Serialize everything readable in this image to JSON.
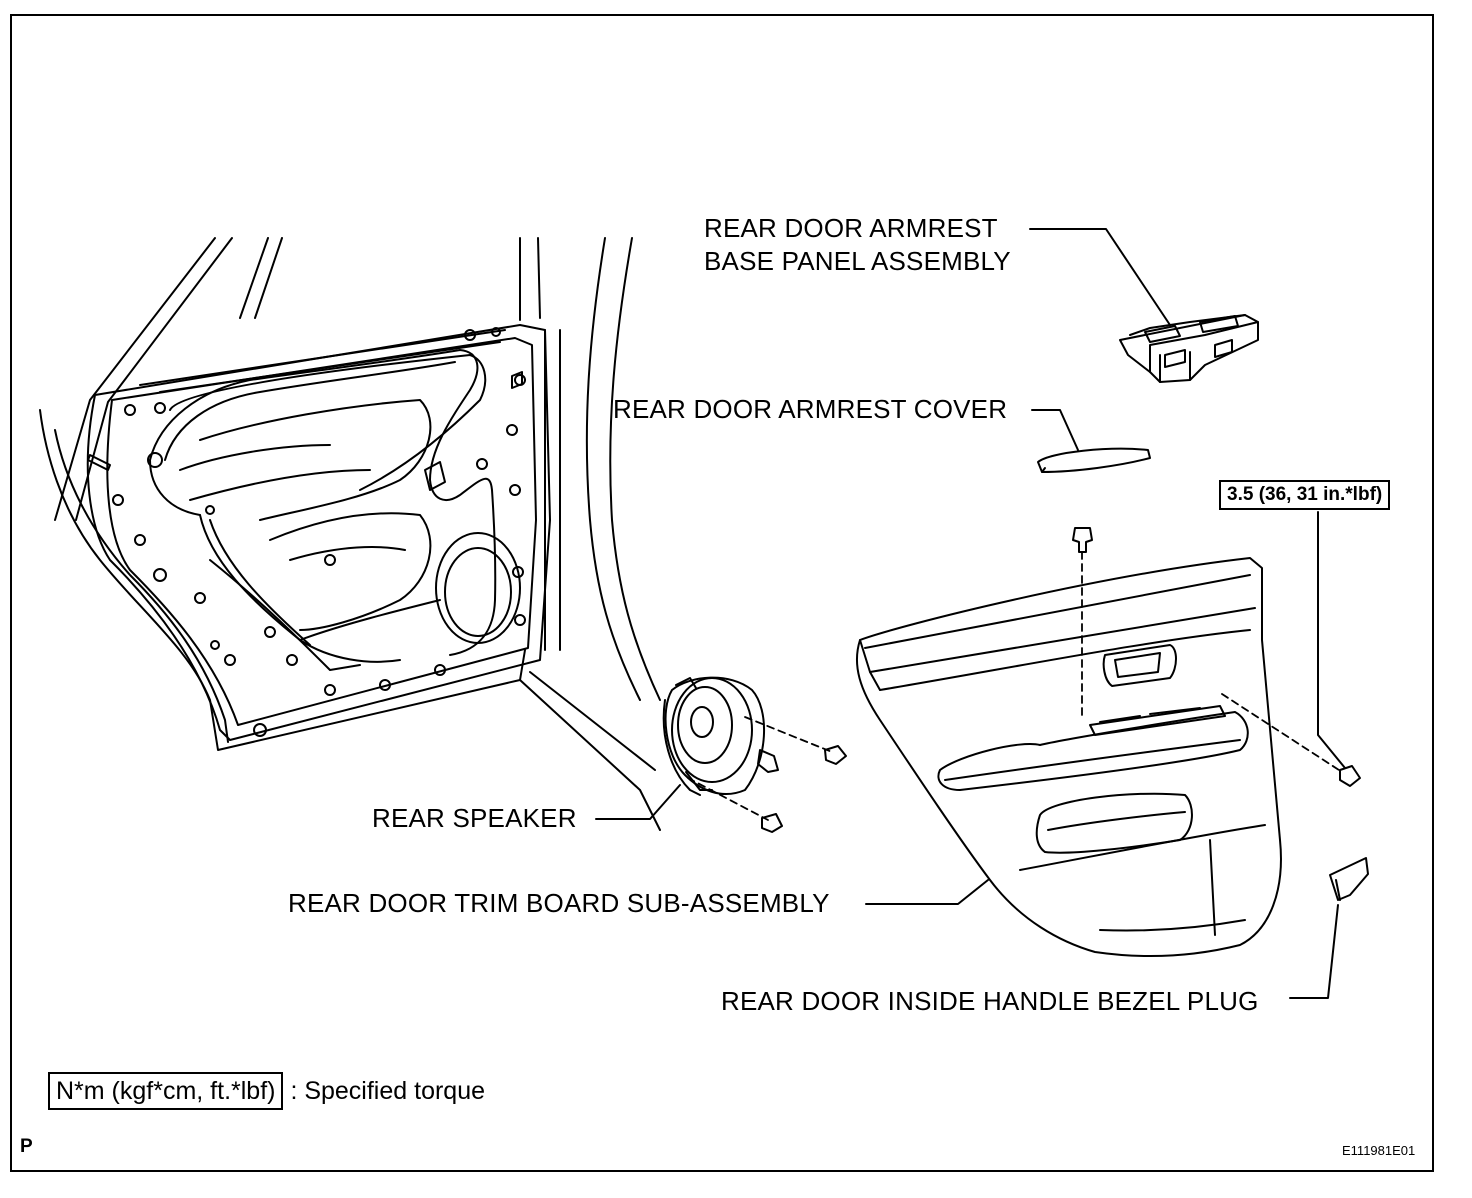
{
  "labels": {
    "armrest_base_panel_line1": "REAR DOOR ARMREST",
    "armrest_base_panel_line2": "BASE PANEL ASSEMBLY",
    "armrest_cover": "REAR DOOR ARMREST COVER",
    "torque_value": "3.5 (36, 31 in.*lbf)",
    "rear_speaker": "REAR SPEAKER",
    "trim_board": "REAR DOOR TRIM BOARD SUB-ASSEMBLY",
    "bezel_plug": "REAR DOOR INSIDE HANDLE BEZEL PLUG"
  },
  "legend": {
    "box_text": "N*m (kgf*cm, ft.*lbf)",
    "text": ": Specified torque"
  },
  "corner_letter": "P",
  "figure_code": "E111981E01"
}
